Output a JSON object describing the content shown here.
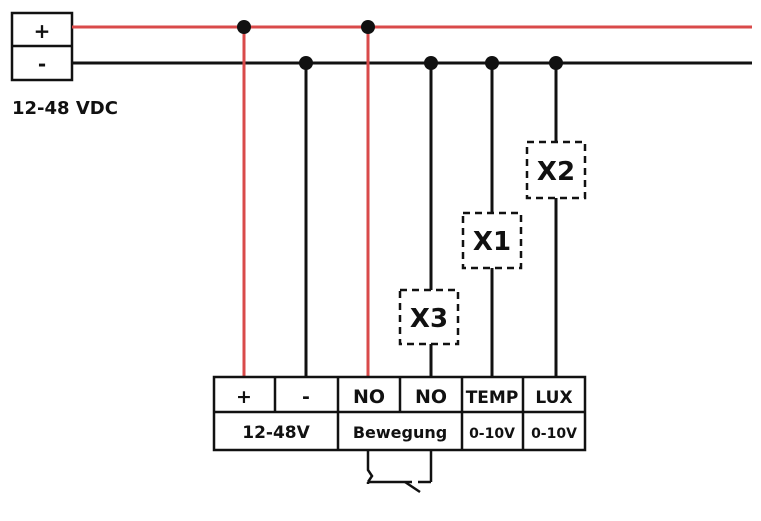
{
  "supply": {
    "plus_label": "+",
    "minus_label": "-",
    "voltage_label": "12-48 VDC"
  },
  "sensors": {
    "x1": "X1",
    "x2": "X2",
    "x3": "X3"
  },
  "terminal_block": {
    "top_row": [
      "+",
      "-",
      "NO",
      "NO",
      "TEMP",
      "LUX"
    ],
    "bottom_row": [
      "12-48V",
      "Bewegung",
      "0-10V",
      "0-10V"
    ]
  },
  "colors": {
    "positive_wire": "#d94a4a",
    "negative_wire": "#111111"
  }
}
